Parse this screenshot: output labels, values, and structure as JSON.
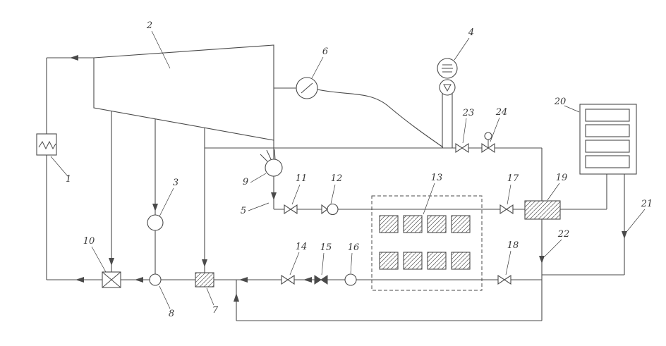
{
  "labels": {
    "l1": "1",
    "l2": "2",
    "l3": "3",
    "l4": "4",
    "l5": "5",
    "l6": "6",
    "l7": "7",
    "l8": "8",
    "l9": "9",
    "l10": "10",
    "l11": "11",
    "l12": "12",
    "l13": "13",
    "l14": "14",
    "l15": "15",
    "l16": "16",
    "l17": "17",
    "l18": "18",
    "l19": "19",
    "l20": "20",
    "l21": "21",
    "l22": "22",
    "l23": "23",
    "l24": "24"
  },
  "colors": {
    "line": "#4a4a4a",
    "label": "#3a3a3a",
    "background": "#ffffff"
  }
}
